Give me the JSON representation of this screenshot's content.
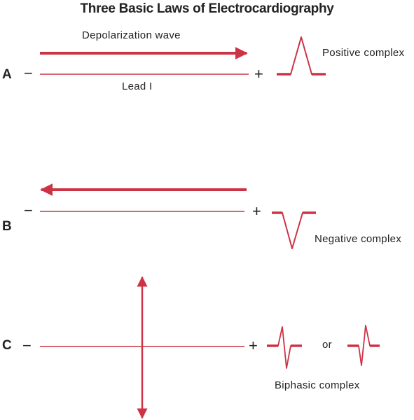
{
  "title": "Three Basic Laws of Electrocardiography",
  "colors": {
    "accent_red": "#cc3344",
    "text": "#222222"
  },
  "panels": {
    "a": {
      "letter": "A",
      "minus": "−",
      "plus": "+",
      "wave_label": "Depolarization wave",
      "lead_label": "Lead I",
      "complex_label": "Positive complex"
    },
    "b": {
      "letter": "B",
      "minus": "−",
      "plus": "+",
      "complex_label": "Negative complex"
    },
    "c": {
      "letter": "C",
      "minus": "−",
      "plus": "+",
      "or_label": "or",
      "complex_label": "Biphasic complex"
    }
  }
}
